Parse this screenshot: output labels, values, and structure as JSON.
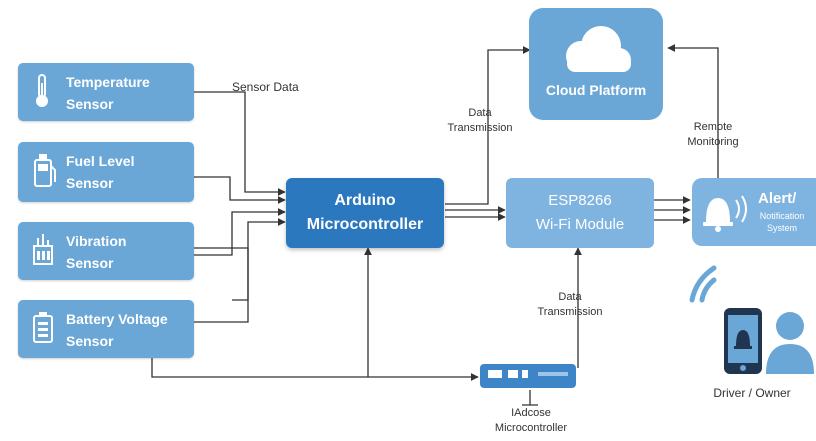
{
  "sensors": {
    "temperature": "Temperature\nSensor",
    "fuel": "Fuel Level\nSensor",
    "vibration": "Vibration\nSensor",
    "battery": "Battery Voltage\nSensor"
  },
  "arduino": "Arduino\nMicrocontroller",
  "esp": "ESP8266\nWi-Fi Module",
  "cloud": "Cloud Platform",
  "alert": {
    "title": "Alert/",
    "subtitle": "Notification\nSystem"
  },
  "edge_labels": {
    "sensor_data": "Sensor Data",
    "data_transmission_top": "Data\nTransmission",
    "remote_monitoring": "Remote\nMonitoring",
    "data_transmission_bottom": "Data\nTransmission"
  },
  "bottom_device": "IAdcose\nMicrocontroller",
  "driver_owner": "Driver / Owner",
  "colors": {
    "sensor": "#6aa6d6",
    "arduino": "#2b78be",
    "esp": "#7fb4e0",
    "line": "#333333"
  }
}
